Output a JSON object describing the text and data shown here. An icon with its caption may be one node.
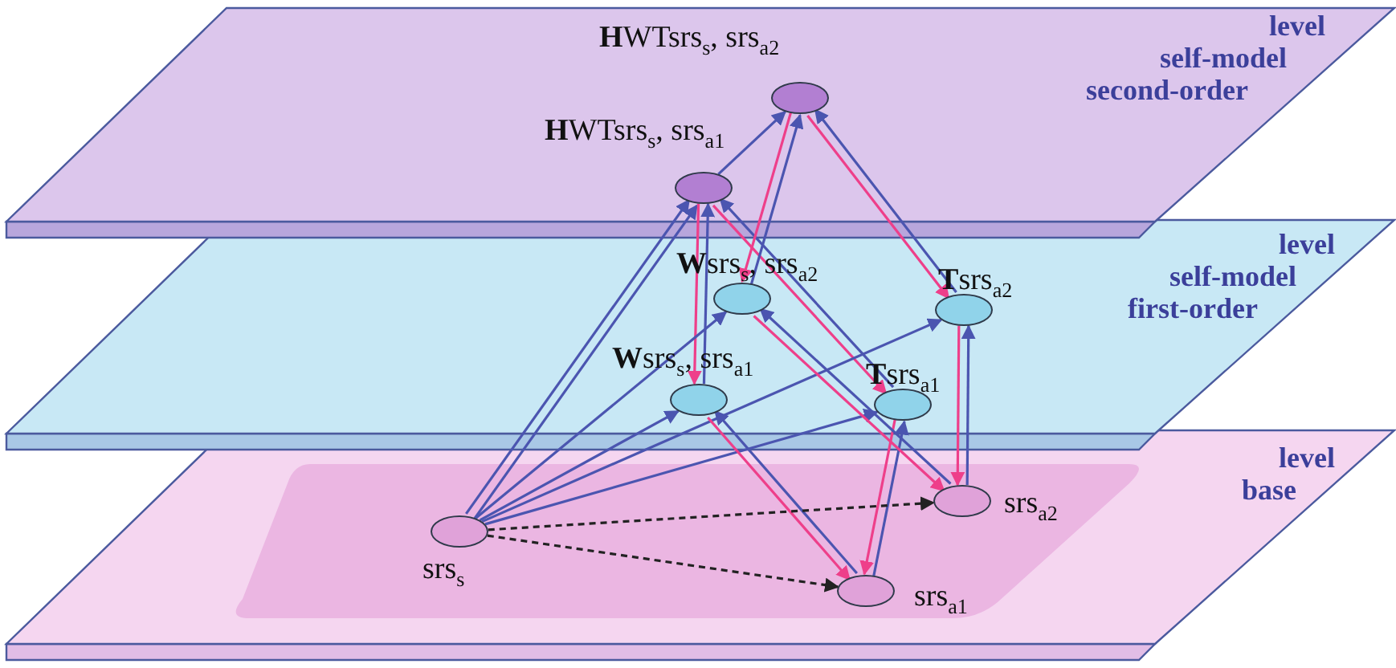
{
  "diagram": {
    "nodes": [
      {
        "text": [
          "level self-model second-order"
        ]
      },
      {
        "text": [
          "**H**WTsrs$_{s}$, srs$_{a2}$"
        ],
        "in": 0
      },
      {
        "text": [
          "**H**WTsrs$_{s}$, srs$_{a1}$"
        ],
        "in": 0
      },
      {
        "text": [
          "level self-model first-order"
        ]
      },
      {
        "text": [
          "**W**srs$_{s}$, srs$_{a2}$"
        ],
        "in": 3
      },
      {
        "text": [
          "**T**srs$_{a2}$"
        ],
        "in": 3
      },
      {
        "text": [
          "**W**srs$_{s}$, srs$_{a1}$"
        ],
        "in": 3
      },
      {
        "text": [
          "**T**srs$_{a1}$"
        ],
        "in": 3
      },
      {
        "text": [
          "level base"
        ]
      },
      {
        "text": [
          "srs$_{s}$"
        ],
        "in": 8
      },
      {
        "text": [
          "srs$_{a2}$"
        ],
        "in": 8
      },
      {
        "text": [
          "srs$_{a1}$"
        ],
        "in": 8
      }
    ],
    "edges": [
      {
        "from": 9,
        "to": 2,
        "arrow": "to"
      },
      {
        "from": 9,
        "to": 2,
        "arrow": "to"
      },
      {
        "from": 2,
        "to": 1,
        "arrow": "to"
      },
      {
        "from": 6,
        "to": 2,
        "arrow": "to"
      },
      {
        "from": 2,
        "to": 6,
        "arrow": "to",
        "color": "#ee3f8a"
      },
      {
        "from": 7,
        "to": 2,
        "arrow": "to"
      },
      {
        "from": 2,
        "to": 7,
        "arrow": "to",
        "color": "#ee3f8a"
      },
      {
        "from": 4,
        "to": 1,
        "arrow": "to"
      },
      {
        "from": 1,
        "to": 4,
        "arrow": "to",
        "color": "#ee3f8a"
      },
      {
        "from": 5,
        "to": 1,
        "arrow": "to"
      },
      {
        "from": 1,
        "to": 5,
        "arrow": "to",
        "color": "#ee3f8a"
      },
      {
        "from": 9,
        "to": 6,
        "arrow": "to"
      },
      {
        "from": 9,
        "to": 4,
        "arrow": "to"
      },
      {
        "from": 9,
        "to": 7,
        "arrow": "to"
      },
      {
        "from": 9,
        "to": 5,
        "arrow": "to"
      },
      {
        "from": 11,
        "to": 6,
        "arrow": "to"
      },
      {
        "from": 6,
        "to": 11,
        "arrow": "to",
        "color": "#ee3f8a"
      },
      {
        "from": 11,
        "to": 7,
        "arrow": "to"
      },
      {
        "from": 7,
        "to": 11,
        "arrow": "to",
        "color": "#ee3f8a"
      },
      {
        "from": 10,
        "to": 4,
        "arrow": "to"
      },
      {
        "from": 4,
        "to": 10,
        "arrow": "to",
        "color": "#ee3f8a"
      },
      {
        "from": 10,
        "to": 5,
        "arrow": "to"
      },
      {
        "from": 5,
        "to": 10,
        "arrow": "to",
        "color": "#ee3f8a"
      },
      {
        "from": 9,
        "to": 10,
        "arrow": "to",
        "style": "dashed",
        "color": "#222222"
      },
      {
        "from": 9,
        "to": 11,
        "arrow": "to",
        "style": "dashed",
        "color": "#222222"
      }
    ]
  }
}
